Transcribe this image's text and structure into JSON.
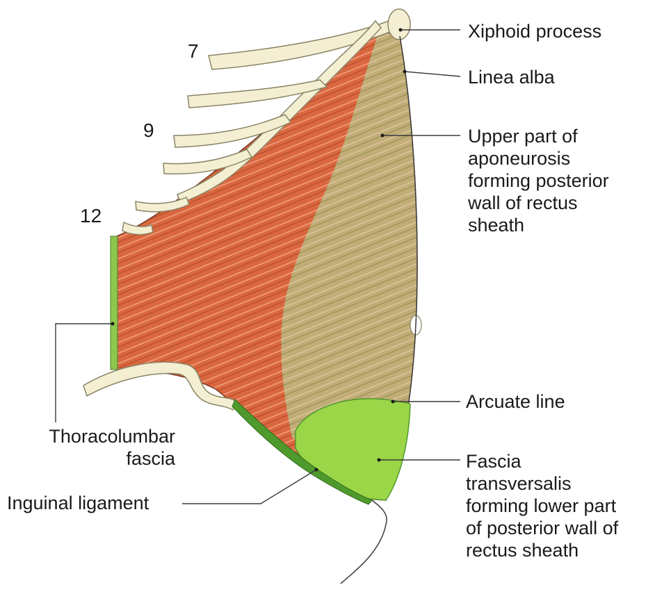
{
  "rib_numbers": {
    "rib_7": "7",
    "rib_9": "9",
    "rib_12": "12"
  },
  "labels": {
    "xiphoid_process": "Xiphoid process",
    "linea_alba": "Linea alba",
    "upper_aponeurosis": "Upper part of\naponeurosis\nforming posterior\nwall of rectus\nsheath",
    "arcuate_line": "Arcuate line",
    "fascia_transversalis": "Fascia\ntransversalis\nforming lower part\nof posterior wall of\nrectus sheath",
    "thoracolumbar_fascia": "Thoracolumbar\nfascia",
    "inguinal_ligament": "Inguinal ligament"
  },
  "colors": {
    "muscle_red": "#d9673f",
    "muscle_fiber": "#f2a07e",
    "aponeurosis": "#b9b27a",
    "fascia_green": "#9ad648",
    "fascia_dark": "#4f9a2c",
    "thoracolumbar_green": "#8cc84b",
    "bone_cream": "#f4efd2",
    "bone_outline": "#8a8466",
    "leader": "#3a3a3a"
  }
}
